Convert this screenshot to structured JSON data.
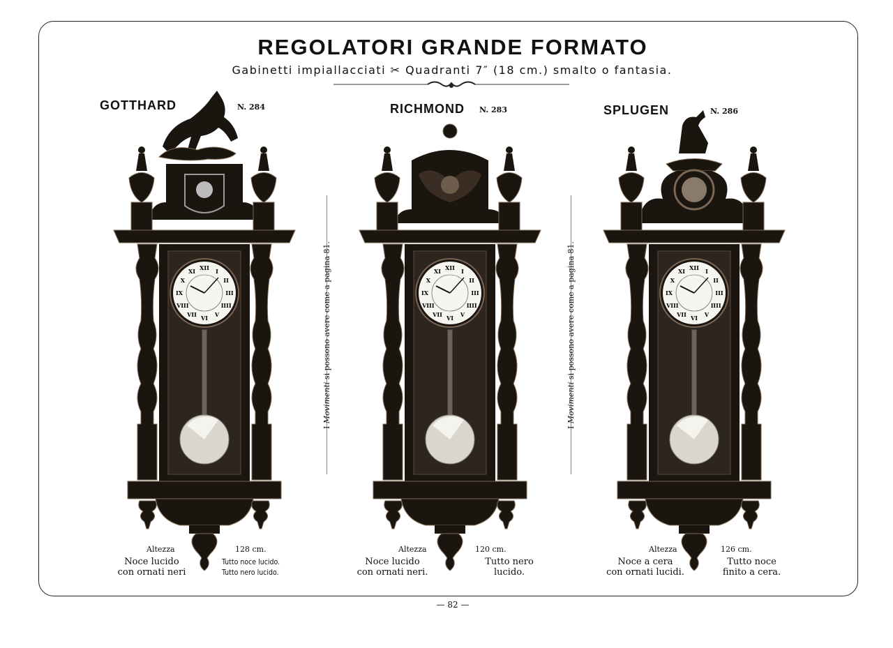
{
  "header": {
    "title": "REGOLATORI GRANDE FORMATO",
    "subtitle": "Gabinetti impiallacciati ✂ Quadranti 7″ (18 cm.) smalto o fantasia."
  },
  "side_note": {
    "prefix": "I ",
    "emph": "Movimenti",
    "rest": " si possono avere come a pagina 81."
  },
  "clocks": [
    {
      "name": "GOTTHARD",
      "number": "N. 284",
      "height_label": "Altezza",
      "height": "128 cm.",
      "left_caption": [
        "Noce lucido",
        "con ornati neri"
      ],
      "right_caption": [
        "Tutto noce lucido.",
        "Tutto nero lucido."
      ],
      "topper": "horse"
    },
    {
      "name": "RICHMOND",
      "number": "N. 283",
      "height_label": "Altezza",
      "height": "120 cm.",
      "left_caption": [
        "Noce lucido",
        "con ornati neri."
      ],
      "right_caption": [
        "Tutto nero",
        "lucido."
      ],
      "topper": "angel"
    },
    {
      "name": "SPLUGEN",
      "number": "N. 286",
      "height_label": "Altezza",
      "height": "126 cm.",
      "left_caption": [
        "Noce a cera",
        "con ornati lucidi."
      ],
      "right_caption": [
        "Tutto noce",
        "finito a cera."
      ],
      "topper": "chamois"
    }
  ],
  "footer": {
    "page_number": "— 82 —"
  },
  "colors": {
    "wood": "#1b1510",
    "highlight": "#7a6652",
    "dial": "#f7f5ef",
    "brass": "#d9d6cc"
  }
}
